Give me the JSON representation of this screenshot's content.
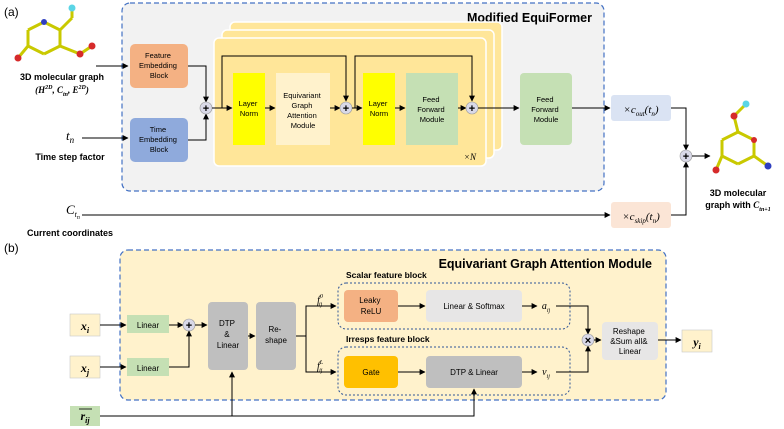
{
  "panel_a": {
    "label": "(a)",
    "title": "Modified EquiFormer",
    "input_graph_label": "3D molecular graph",
    "input_graph_sub": "(H^2D, C_tn, E^2D)",
    "time_symbol": "t_n",
    "time_label": "Time step factor",
    "coord_symbol": "C_tn",
    "coord_label": "Current coordinates",
    "output_label_line1": "3D molecular",
    "output_label_line2": "graph with C_tn+1",
    "blocks": {
      "feature_embedding": [
        "Feature",
        "Embedding",
        "Block"
      ],
      "time_embedding": [
        "Time",
        "Embedding",
        "Block"
      ],
      "layer_norm_1": [
        "Layer",
        "Norm"
      ],
      "eq_graph_attention": [
        "Equivariant",
        "Graph",
        "Attention",
        "Module"
      ],
      "layer_norm_2": [
        "Layer",
        "Norm"
      ],
      "ffm_inner": [
        "Feed",
        "Forward",
        "Module"
      ],
      "ffm_outer": [
        "Feed",
        "Forward",
        "Module"
      ],
      "c_out": "×c_out(t_n)",
      "c_skip": "×c_skip(t_n)"
    },
    "repeat_label": "×N"
  },
  "panel_b": {
    "label": "(b)",
    "title": "Equivariant Graph Attention Module",
    "inputs": {
      "xi": "x_i",
      "xj": "x_j",
      "rij": "r_ij"
    },
    "linear_label": "Linear",
    "dtp_linear": [
      "DTP",
      "&",
      "Linear"
    ],
    "reshape": [
      "Re-",
      "shape"
    ],
    "scalar_block_label": "Scalar feature block",
    "irreps_block_label": "Irresps feature block",
    "f0": "f_ij^0",
    "fl": "f_ij^L",
    "leaky_relu": [
      "Leaky",
      "ReLU"
    ],
    "linear_softmax": "Linear & Softmax",
    "a_ij": "a_ij",
    "gate": "Gate",
    "dtp_linear_inline": "DTP & Linear",
    "v_ij": "v_ij",
    "reshape_sum": [
      "Reshape",
      "&Sum all&",
      "Linear"
    ],
    "output": "y_i"
  },
  "colors": {
    "orange_block": "#f4b183",
    "blue_block": "#8faadc",
    "yellow": "#ffff00",
    "cream": "#fff2cc",
    "green": "#c5e0b4",
    "panel_a_bg": "#f2f2f2",
    "panel_b_bg": "#fff2cc",
    "stack": "#ffe699",
    "dash_blue": "#4472c4",
    "gray": "#bfbfbf",
    "light_gray": "#e7e6e6",
    "light_blue": "#dae3f3",
    "pink": "#fbe5d6"
  }
}
